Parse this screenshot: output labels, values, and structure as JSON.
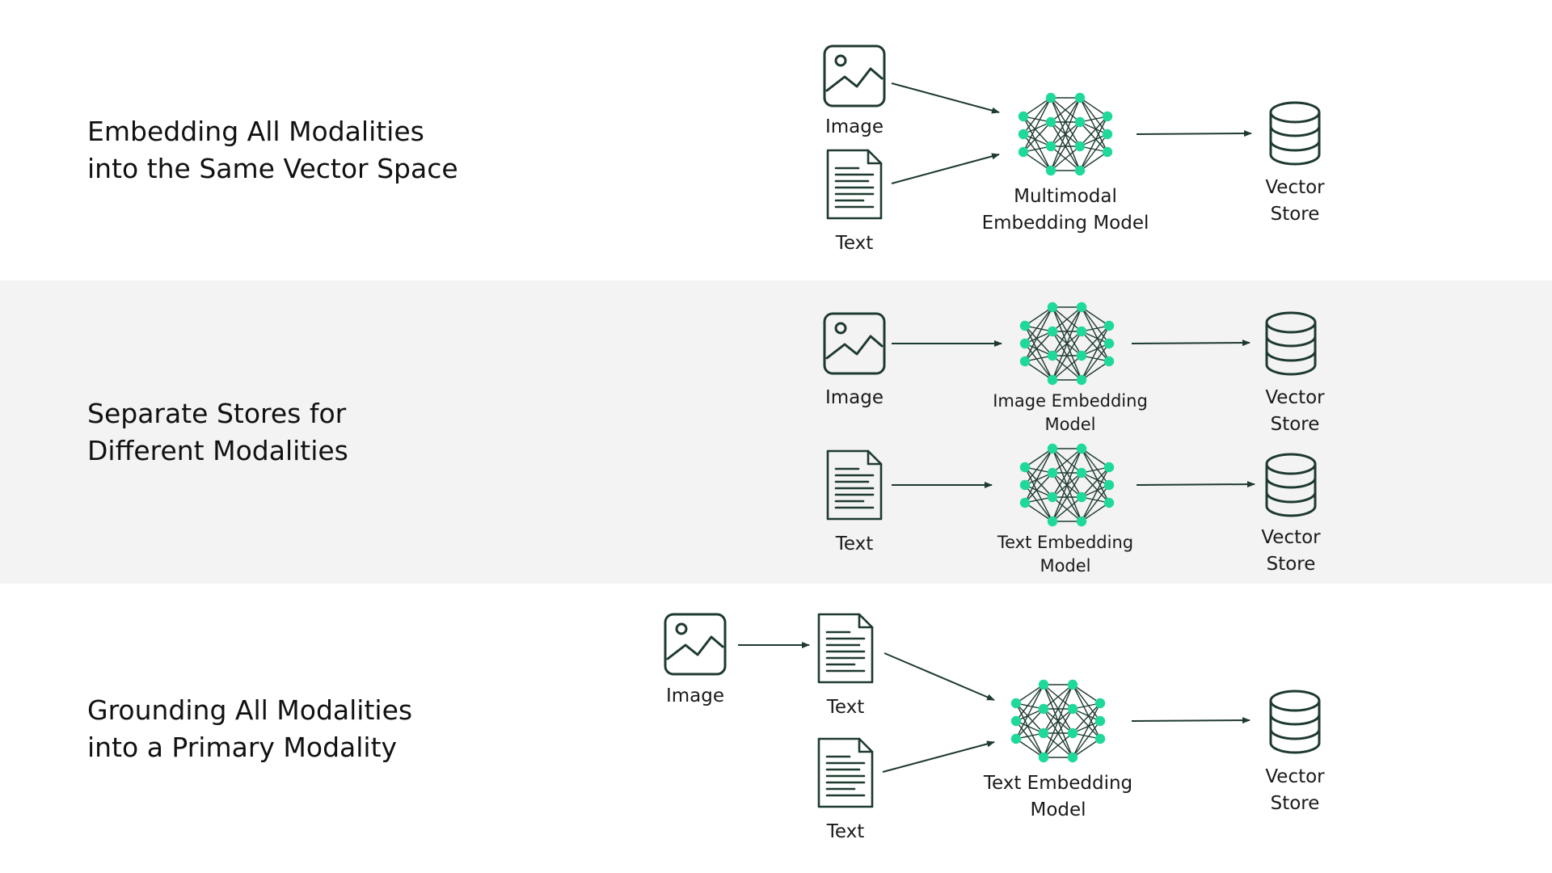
{
  "sections": [
    {
      "title_line1": "Embedding All Modalities",
      "title_line2": "into the Same Vector Space",
      "labels": {
        "image": "Image",
        "text": "Text",
        "model_line1": "Multimodal",
        "model_line2": "Embedding Model",
        "store_line1": "Vector",
        "store_line2": "Store"
      }
    },
    {
      "title_line1": "Separate Stores for",
      "title_line2": "Different Modalities",
      "labels": {
        "image": "Image",
        "text": "Text",
        "image_model_line1": "Image Embedding",
        "image_model_line2": "Model",
        "text_model_line1": "Text Embedding",
        "text_model_line2": "Model",
        "store_a_line1": "Vector",
        "store_a_line2": "Store",
        "store_b_line1": "Vector",
        "store_b_line2": "Store"
      }
    },
    {
      "title_line1": "Grounding All Modalities",
      "title_line2": "into a Primary Modality",
      "labels": {
        "image": "Image",
        "text_a": "Text",
        "text_b": "Text",
        "model_line1": "Text Embedding",
        "model_line2": "Model",
        "store_line1": "Vector",
        "store_line2": "Store"
      }
    }
  ],
  "colors": {
    "icon_stroke": "#1e3a2f",
    "node_fill": "#1fd99a",
    "band_background": "#f3f3f3",
    "text": "#111111"
  }
}
